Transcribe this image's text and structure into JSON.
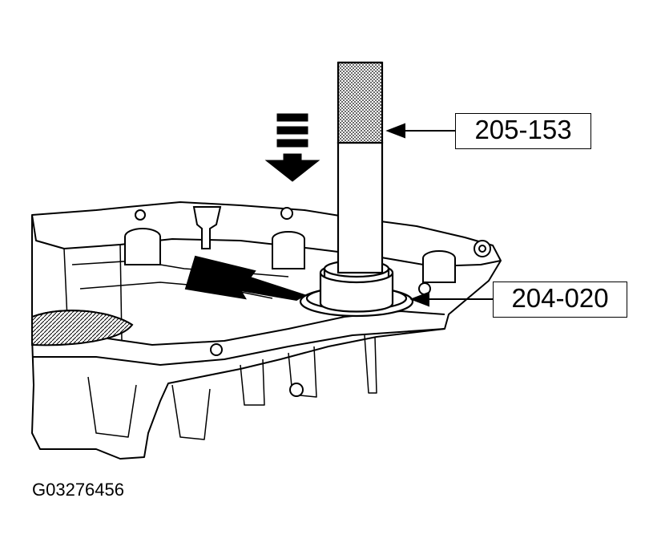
{
  "diagram": {
    "callouts": [
      {
        "label": "205-153"
      },
      {
        "label": "204-020"
      }
    ],
    "figure_id": "G03276456",
    "colors": {
      "line": "#000000",
      "background": "#ffffff",
      "hatch": "#555555"
    }
  }
}
